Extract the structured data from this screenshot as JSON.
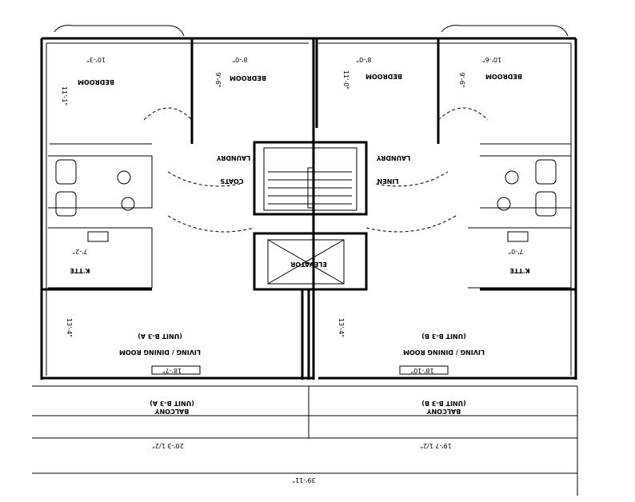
{
  "rooms": {
    "bedrooms": [
      {
        "label": "BEDROOM",
        "width": "10'-3\"",
        "depth": "11'-1\""
      },
      {
        "label": "BEDROOM",
        "width": "8'-0\"",
        "depth": "9'-6\""
      },
      {
        "label": "BEDROOM",
        "width": "8'-0\"",
        "depth": "11'-0\""
      },
      {
        "label": "BEDROOM",
        "width": "10'-6\"",
        "depth": "9'-6\""
      }
    ],
    "kitchens": [
      {
        "label": "K'TTE",
        "dim": "7'-2\""
      },
      {
        "label": "K'TTE",
        "dim": "7'-0\""
      }
    ],
    "closets": {
      "laundry_a": "LAUNDRY",
      "laundry_b": "LAUNDRY",
      "coats": "COATS",
      "linen": "LINEN"
    },
    "elevator": "ELEVATOR",
    "living": [
      {
        "label": "LIVING / DINING ROOM",
        "unit": "(UNIT B-3 A)",
        "width": "18'-7\"",
        "depth": "13'-4\""
      },
      {
        "label": "LIVING / DINING ROOM",
        "unit": "(UNIT B-3 B)",
        "width": "18'-10\"",
        "depth": "13'-4\""
      }
    ],
    "balconies": [
      {
        "label": "BALCONY",
        "unit": "(UNIT B-3 A)",
        "dim": "20'-3 1/2\""
      },
      {
        "label": "BALCONY",
        "unit": "(UNIT B-3 B)",
        "dim": "19'-7 1/2\""
      }
    ],
    "overall": "39'-11\""
  }
}
